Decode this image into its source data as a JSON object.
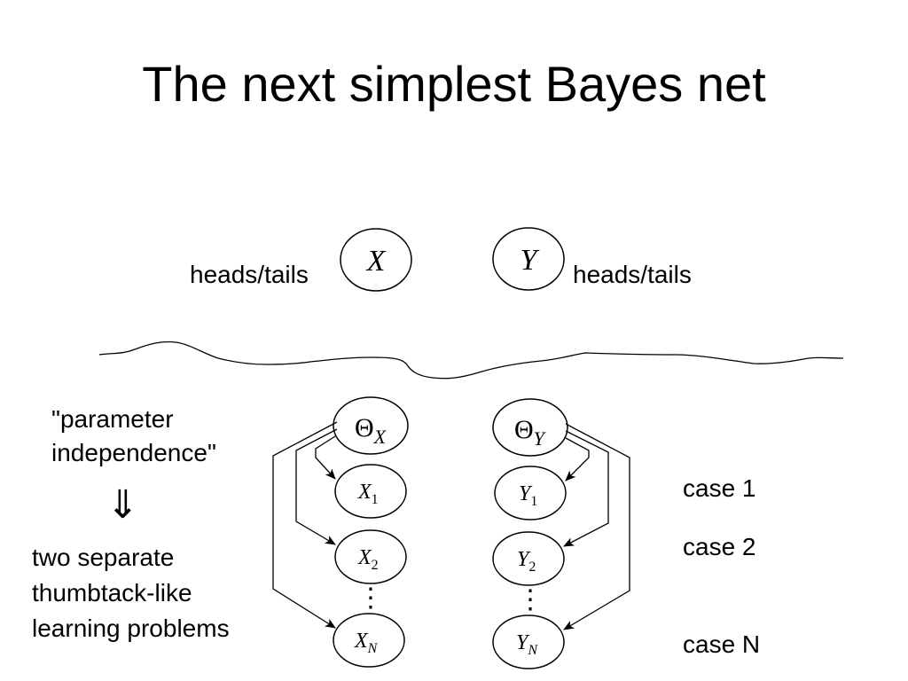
{
  "slide": {
    "title": "The next simplest Bayes net"
  },
  "top": {
    "left_label": "heads/tails",
    "right_label": "heads/tails",
    "node_x": "X",
    "node_y": "Y"
  },
  "left_text": {
    "line1": "\"parameter",
    "line2": "independence\"",
    "implies_symbol": "⇓",
    "desc1": "two separate",
    "desc2": "thumbtack-like",
    "desc3": "learning problems"
  },
  "cases": {
    "case1": "case 1",
    "case2": "case 2",
    "caseN": "case N"
  },
  "nodes": {
    "theta_symbol": "Θ",
    "theta_x_sub": "X",
    "theta_y_sub": "Y",
    "x": "X",
    "y": "Y",
    "sub1": "1",
    "sub2": "2",
    "subN": "N",
    "ellipsis": "⋮"
  }
}
